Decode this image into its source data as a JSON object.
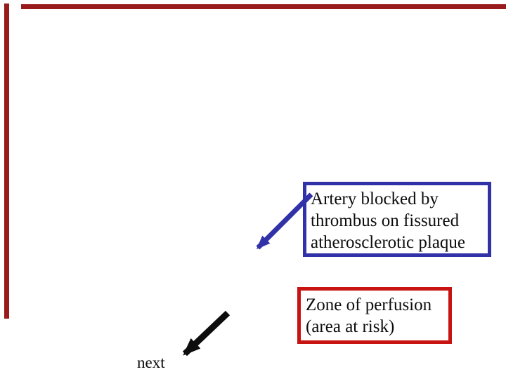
{
  "slide": {
    "background_color": "#ffffff",
    "frame_color": "#991b1b"
  },
  "callouts": [
    {
      "name": "artery-blocked",
      "border_color": "#3232a8",
      "lines": [
        "Artery blocked by",
        "thrombus on fissured",
        "atherosclerotic plaque"
      ]
    },
    {
      "name": "zone-of-perfusion",
      "border_color": "#c81313",
      "lines": [
        "Zone of perfusion",
        "(area at risk)"
      ]
    }
  ],
  "arrows": [
    {
      "name": "blue-pointer-arrow",
      "color": "#3232a8"
    },
    {
      "name": "black-next-arrow",
      "color": "#0d0d0d"
    }
  ],
  "nav": {
    "next_label": "next"
  },
  "text_color": "#0d0d0d"
}
